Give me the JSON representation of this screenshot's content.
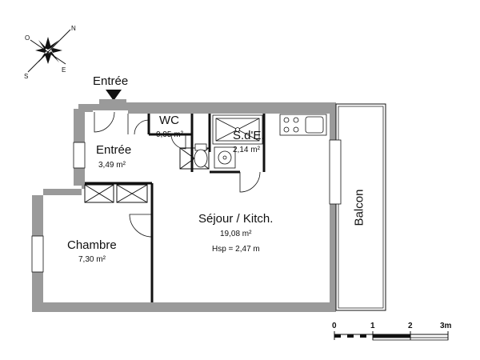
{
  "compass": {
    "n": "N",
    "e": "E",
    "s": "S",
    "o": "O"
  },
  "entrance": {
    "label": "Entrée"
  },
  "rooms": {
    "entree": {
      "name": "Entrée",
      "area": "3,49 m²"
    },
    "wc": {
      "name": "WC",
      "area": "0,95 m²"
    },
    "sde": {
      "name": "S.d'E.",
      "area": "2,14 m²"
    },
    "sejour": {
      "name": "Séjour / Kitch.",
      "area": "19,08 m²",
      "height": "Hsp = 2,47 m"
    },
    "chambre": {
      "name": "Chambre",
      "area": "7,30 m²"
    },
    "balcon": {
      "name": "Balcon"
    }
  },
  "scale": {
    "ticks": [
      "0",
      "1",
      "2",
      "3m"
    ]
  },
  "colors": {
    "wall": "#9a9a9a",
    "line": "#111111"
  }
}
